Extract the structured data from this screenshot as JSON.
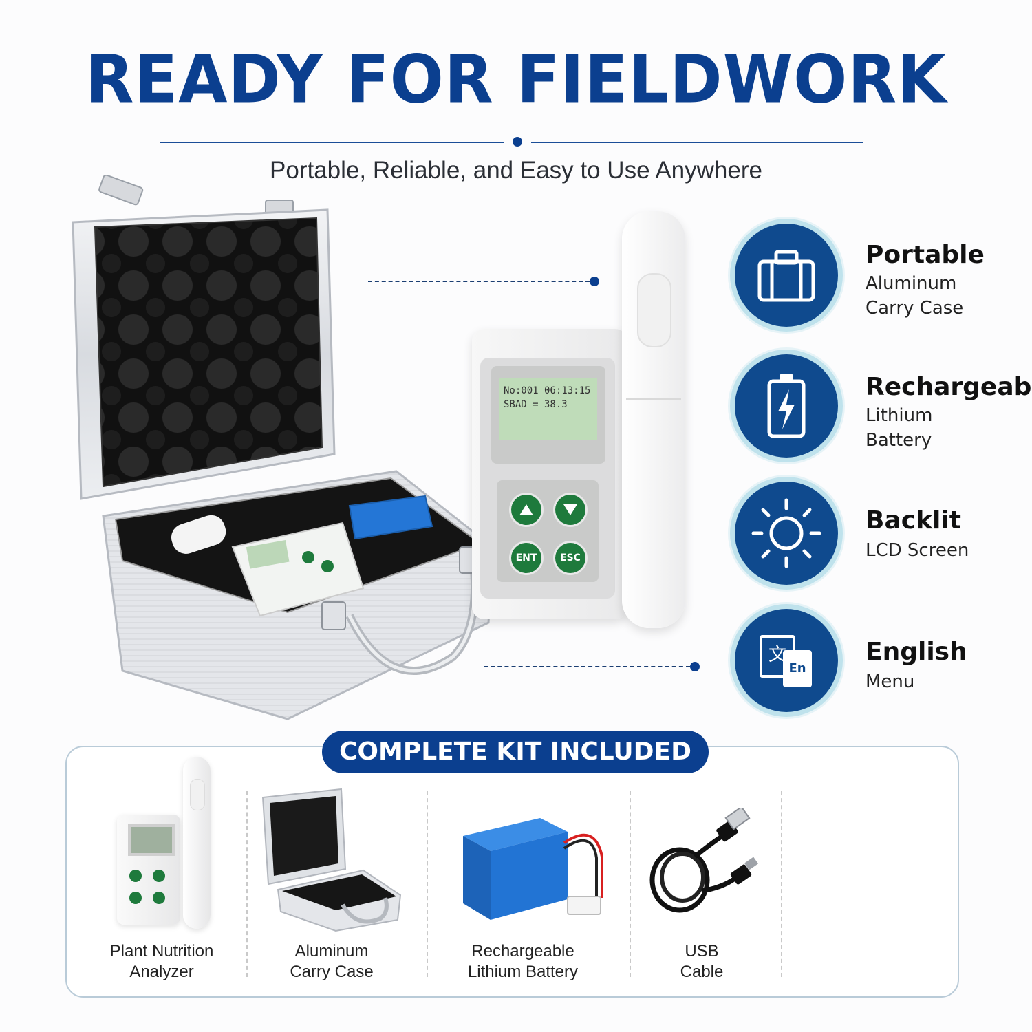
{
  "header": {
    "title": "READY FOR FIELDWORK",
    "subtitle": "Portable, Reliable, and Easy to Use Anywhere"
  },
  "device": {
    "screen_line1": "No:001 06:13:15",
    "screen_line2": "SBAD = 38.3",
    "btn_ent": "ENT",
    "btn_esc": "ESC"
  },
  "features": [
    {
      "icon": "briefcase-icon",
      "title": "Portable",
      "line1": "Aluminum",
      "line2": "Carry Case"
    },
    {
      "icon": "battery-icon",
      "title": "Rechargeable",
      "line1": "Lithium",
      "line2": "Battery"
    },
    {
      "icon": "sun-icon",
      "title": "Backlit",
      "line1": "LCD Screen",
      "line2": ""
    },
    {
      "icon": "translate-icon",
      "title": "English",
      "line1": "Menu",
      "line2": ""
    }
  ],
  "translate_icon": {
    "zh": "文",
    "en": "En"
  },
  "kit": {
    "banner": "COMPLETE KIT INCLUDED",
    "items": [
      {
        "line1": "Plant Nutrition",
        "line2": "Analyzer"
      },
      {
        "line1": "Aluminum",
        "line2": "Carry Case"
      },
      {
        "line1": "Rechargeable",
        "line2": "Lithium Battery"
      },
      {
        "line1": "USB",
        "line2": "Cable"
      }
    ]
  },
  "colors": {
    "brand_blue": "#0b3f8f",
    "ring": "#bfe2ec",
    "button_green": "#1e7a3c"
  }
}
